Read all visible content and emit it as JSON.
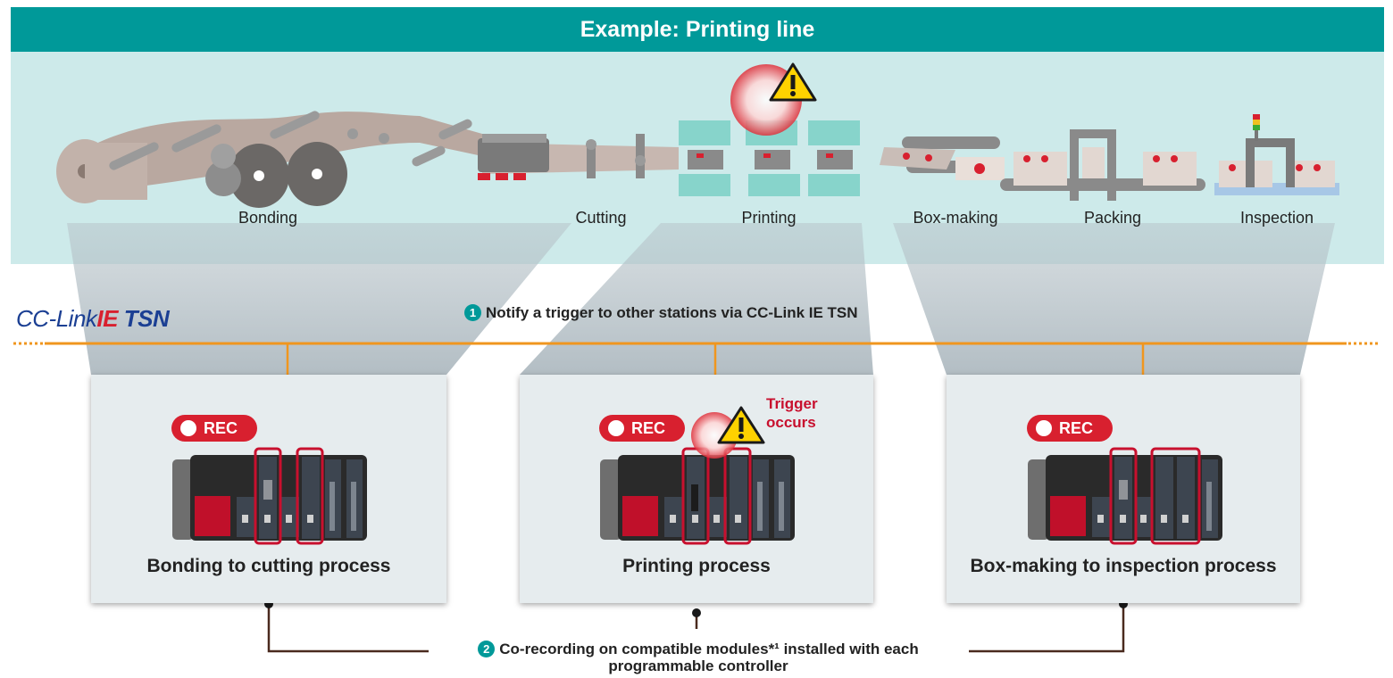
{
  "header": {
    "title": "Example: Printing line"
  },
  "stages": [
    {
      "label": "Bonding"
    },
    {
      "label": "Cutting"
    },
    {
      "label": "Printing"
    },
    {
      "label": "Box-making"
    },
    {
      "label": "Packing"
    },
    {
      "label": "Inspection"
    }
  ],
  "network": {
    "logo_prefix": "CC-Link",
    "logo_ie": "IE",
    "logo_tsn": "TSN",
    "note_number": "1",
    "note_text": "Notify a trigger to other stations via CC-Link IE TSN"
  },
  "panels": [
    {
      "title": "Bonding to cutting process",
      "rec_label": "REC"
    },
    {
      "title": "Printing process",
      "rec_label": "REC"
    },
    {
      "title": "Box-making to inspection process",
      "rec_label": "REC"
    }
  ],
  "trigger": {
    "line1": "Trigger",
    "line2": "occurs"
  },
  "bottom_note": {
    "number": "2",
    "line1": "Co-recording on compatible modules*¹ installed with each",
    "line2": "programmable controller"
  },
  "colors": {
    "header_teal": "#009999",
    "line_bg": "#cdeaea",
    "network_orange": "#f0961e",
    "rec_red": "#d8202f",
    "highlight_red": "#c8102e",
    "logo_blue": "#1b3f93"
  }
}
